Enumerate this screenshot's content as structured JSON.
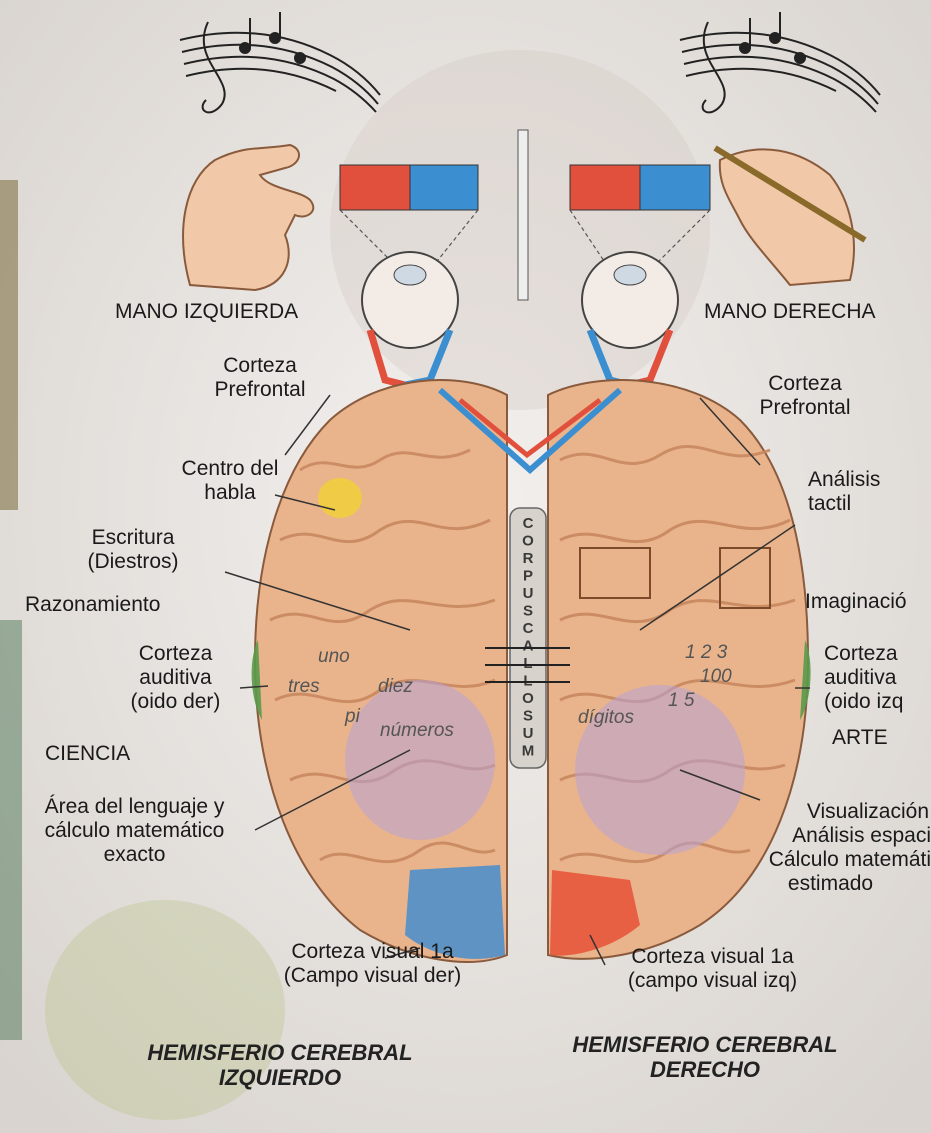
{
  "labels": {
    "mano_izquierda": "MANO IZQUIERDA",
    "mano_derecha": "MANO DERECHA",
    "corteza_prefrontal_izq": [
      "Corteza",
      "Prefrontal"
    ],
    "corteza_prefrontal_der": [
      "Corteza",
      "Prefrontal"
    ],
    "centro_habla": [
      "Centro del",
      "habla"
    ],
    "escritura": [
      "Escritura",
      "(Diestros)"
    ],
    "razonamiento": "Razonamiento",
    "corteza_auditiva_izq": [
      "Corteza",
      "auditiva",
      "(oido der)"
    ],
    "corteza_auditiva_der": [
      "Corteza",
      "auditiva",
      "(oido izq"
    ],
    "ciencia": "CIENCIA",
    "area_lenguaje": [
      "Área del lenguaje y",
      "cálculo matemático",
      "exacto"
    ],
    "analisis_tactil": [
      "Análisis",
      "tactil"
    ],
    "imaginacion": "Imaginació",
    "arte": "ARTE",
    "visualizacion": [
      "Visualización",
      "Análisis espaci",
      "Cálculo matemáti",
      "estimado"
    ],
    "corteza_visual_izq": [
      "Corteza visual 1a",
      "(Campo visual der)"
    ],
    "corteza_visual_der": [
      "Corteza visual 1a",
      "(campo visual izq)"
    ]
  },
  "brain_words": {
    "uno": "uno",
    "tres": "tres",
    "diez": "diez",
    "pi": "pi",
    "numeros": "números",
    "digitos": "dígitos",
    "n123": "1 2 3",
    "n100": "100",
    "n15": "1 5"
  },
  "corpus_callosum": [
    "C",
    "O",
    "R",
    "P",
    "U",
    "S",
    "C",
    "A",
    "L",
    "L",
    "O",
    "S",
    "U",
    "M"
  ],
  "hemispheres": {
    "left": [
      "HEMISFERIO CEREBRAL",
      "IZQUIERDO"
    ],
    "right": [
      "HEMISFERIO CEREBRAL",
      "DERECHO"
    ]
  },
  "colors": {
    "brain": "#e9b48c",
    "brain_fold": "#c9885f",
    "red_block": "#e0503c",
    "blue_block": "#3b8fd0",
    "occipital_left": "#4f8fca",
    "occipital_right": "#e8573c",
    "speech_center": "#f0cf3a",
    "auditory": "#5a9a4a",
    "visual_zone": "#b7a3d6"
  },
  "icons": [
    "music-notes-icon",
    "left-hand-icon",
    "right-hand-writing-icon",
    "eye-icon",
    "pencil-icon"
  ]
}
